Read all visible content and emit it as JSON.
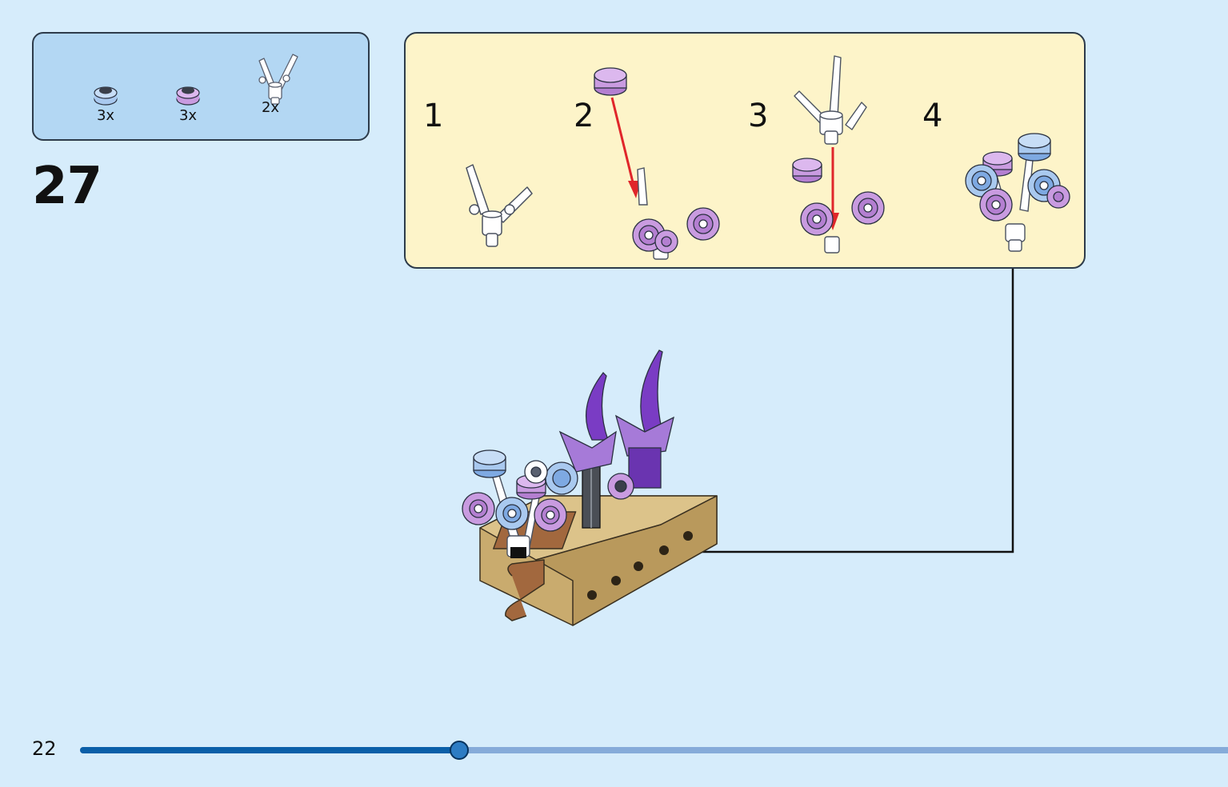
{
  "parts_list": {
    "items": [
      {
        "icon": "blue-flower-plate-icon",
        "qty": "3x",
        "color": "#a9c9ef"
      },
      {
        "icon": "lavender-flower-plate-icon",
        "qty": "3x",
        "color": "#c99be0"
      },
      {
        "icon": "white-plant-stem-icon",
        "qty": "2x",
        "color": "#ffffff"
      }
    ]
  },
  "step": {
    "number": "27"
  },
  "substeps": [
    {
      "label": "1"
    },
    {
      "label": "2"
    },
    {
      "label": "3"
    },
    {
      "label": "4"
    }
  ],
  "footer": {
    "page_number": "22",
    "progress": 0.33
  },
  "colors": {
    "background": "#d6ecfb",
    "parts_box": "#b3d7f3",
    "substep_box": "#fdf4c9",
    "arrow_red": "#e0262a",
    "progress_done": "#0b5fa8",
    "progress_remaining": "#86abd9"
  }
}
